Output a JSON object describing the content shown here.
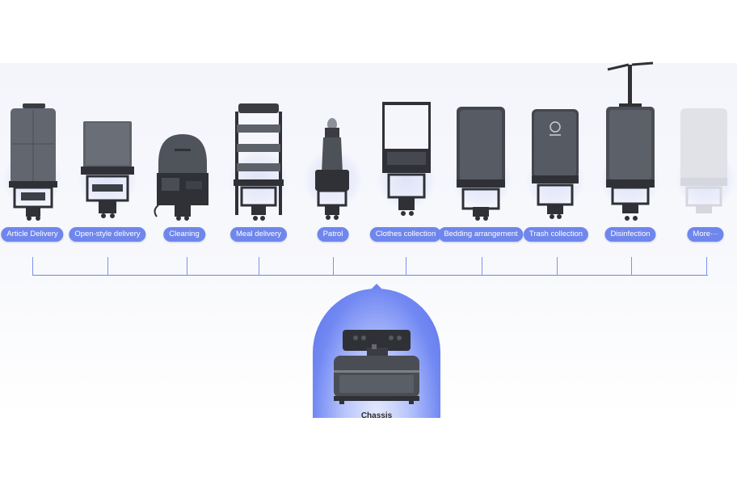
{
  "modules": [
    {
      "label": "Article Delivery",
      "icon": "article-delivery-module-icon"
    },
    {
      "label": "Open-style delivery",
      "icon": "open-style-delivery-module-icon"
    },
    {
      "label": "Cleaning",
      "icon": "cleaning-module-icon"
    },
    {
      "label": "Meal delivery",
      "icon": "meal-delivery-module-icon"
    },
    {
      "label": "Patrol",
      "icon": "patrol-module-icon"
    },
    {
      "label": "Clothes collection",
      "icon": "clothes-collection-module-icon"
    },
    {
      "label": "Bedding arrangement",
      "icon": "bedding-arrangement-module-icon"
    },
    {
      "label": "Trash collection",
      "icon": "trash-collection-module-icon"
    },
    {
      "label": "Disinfection",
      "icon": "disinfection-module-icon"
    },
    {
      "label": "More···",
      "icon": "more-module-icon"
    }
  ],
  "base": {
    "label": "Chassis",
    "icon": "chassis-icon"
  },
  "colors": {
    "accent": "#6f86ec",
    "module_body": "#55585f",
    "module_dark": "#2f3136",
    "ghost": "#dcdde3"
  }
}
